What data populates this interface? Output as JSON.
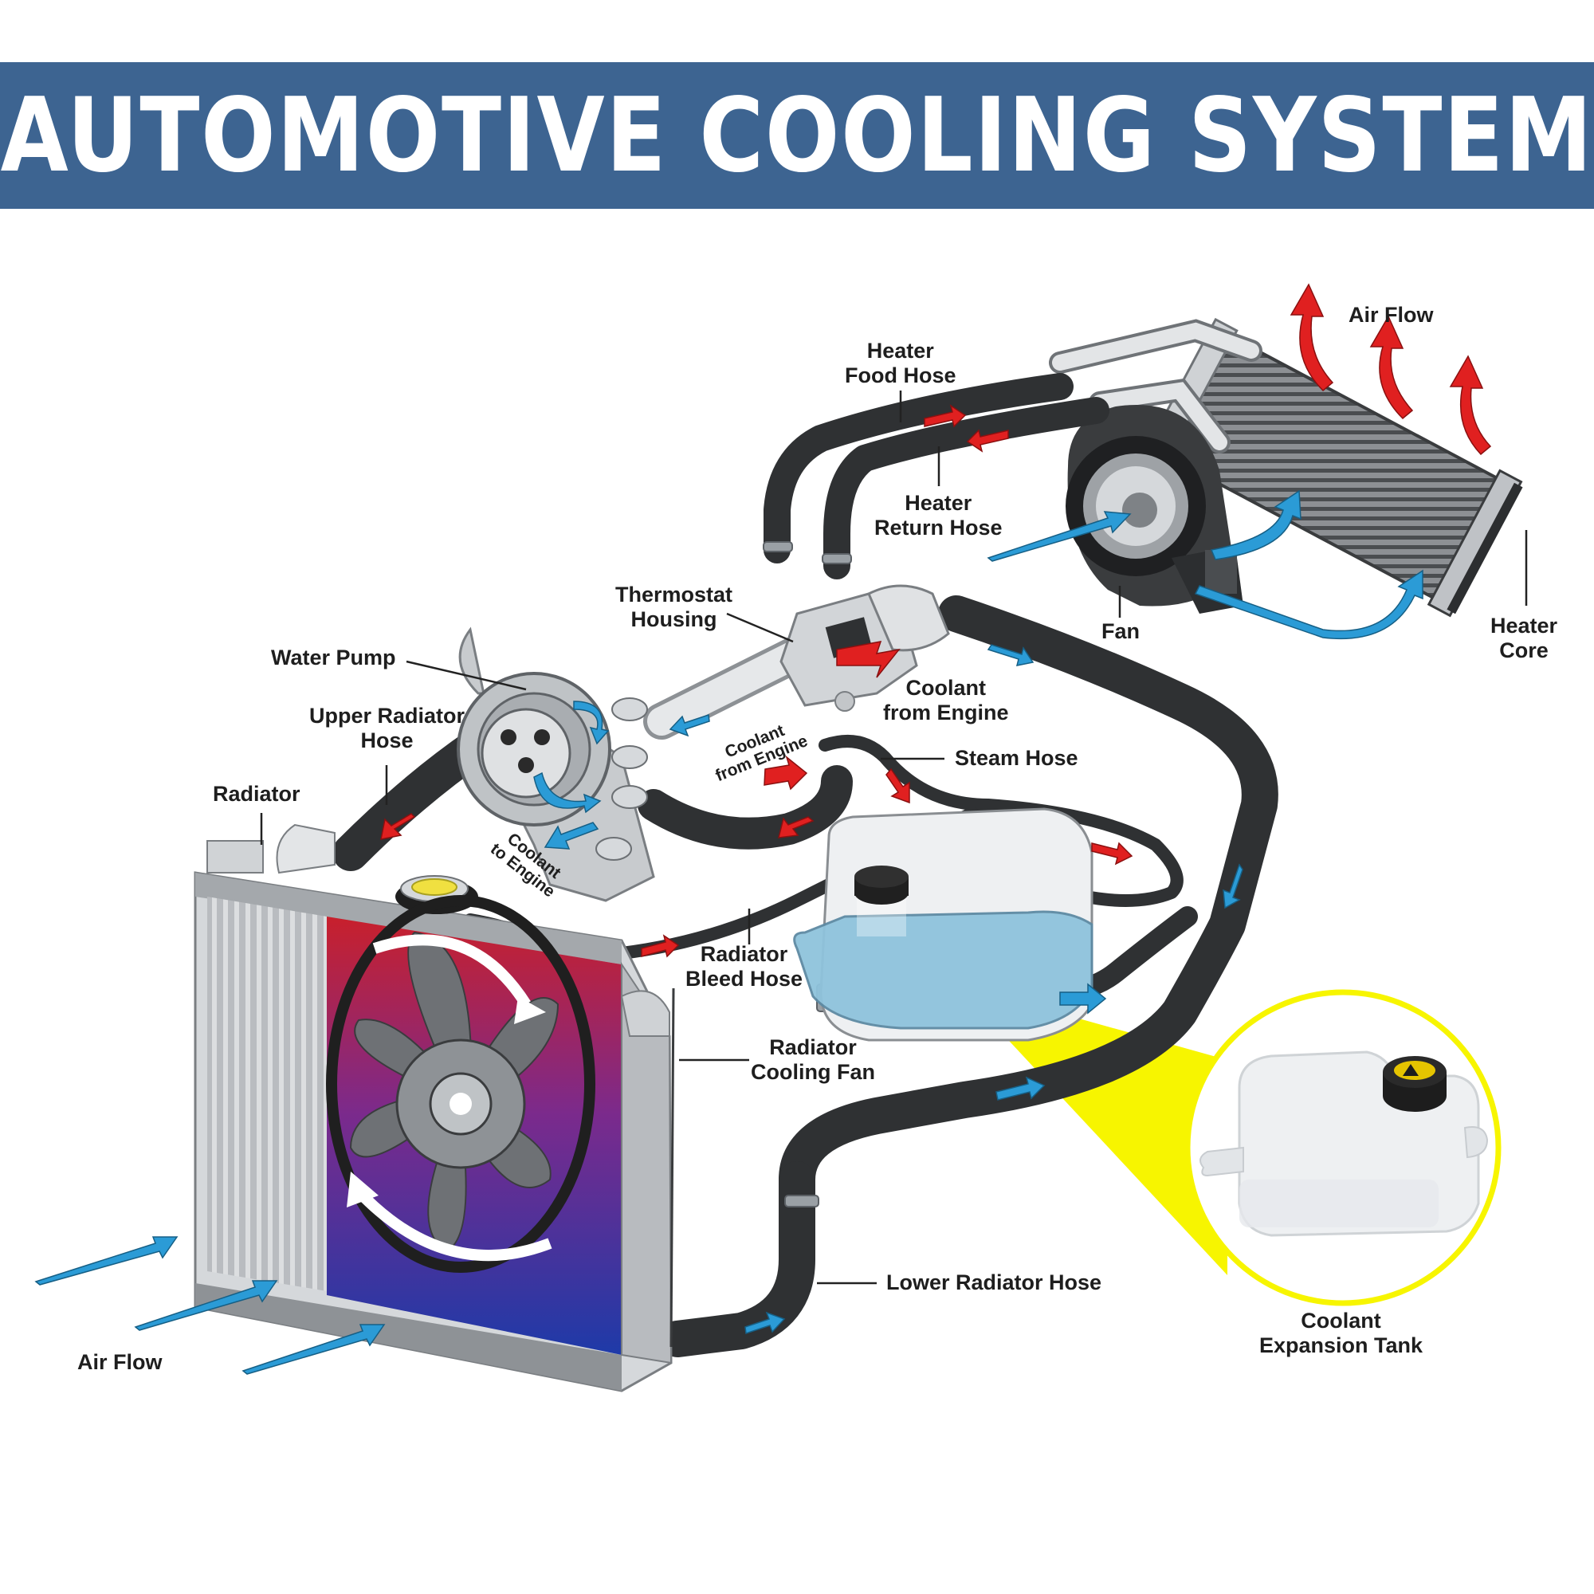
{
  "title": "AUTOMOTIVE COOLING SYSTEM",
  "colors": {
    "banner": "#3d6491",
    "hose": "#2f3133",
    "pipe": "#d8dadc",
    "hot_arrow": "#e02020",
    "cool_arrow": "#2b9bd6",
    "highlight": "#f7f500",
    "radiator_hot": "#c8202c",
    "radiator_cool": "#1e3aa8",
    "tank_coolant": "#8fc3dc"
  },
  "labels": {
    "air_flow_top": "Air Flow",
    "heater_food_hose": [
      "Heater",
      "Food Hose"
    ],
    "heater_return_hose": [
      "Heater",
      "Return Hose"
    ],
    "thermostat_housing": [
      "Thermostat",
      "Housing"
    ],
    "water_pump": "Water Pump",
    "upper_radiator_hose": [
      "Upper Radiator",
      "Hose"
    ],
    "radiator": "Radiator",
    "fan": "Fan",
    "heater_core": [
      "Heater",
      "Core"
    ],
    "coolant_from_engine": [
      "Coolant",
      "from Engine"
    ],
    "coolant_from_engine_small": [
      "Coolant",
      "from Engine"
    ],
    "coolant_to_engine_small": [
      "Coolant",
      "to Engine"
    ],
    "steam_hose": "Steam Hose",
    "radiator_bleed_hose": [
      "Radiator",
      "Bleed Hose"
    ],
    "radiator_cooling_fan": [
      "Radiator",
      "Cooling Fan"
    ],
    "lower_radiator_hose": "Lower Radiator Hose",
    "air_flow_bottom": "Air Flow",
    "coolant_expansion_tank": [
      "Coolant",
      "Expansion Tank"
    ]
  },
  "icons": [
    "radiator",
    "radiator-cooling-fan",
    "water-pump",
    "thermostat-housing",
    "heater-core",
    "blower-fan",
    "coolant-expansion-tank",
    "radiator-cap",
    "coolant-flow-arrow",
    "air-flow-arrow"
  ]
}
